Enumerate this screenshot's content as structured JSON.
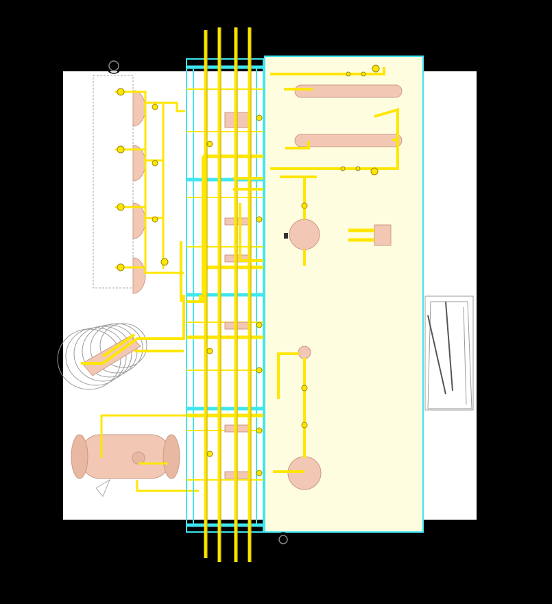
{
  "viewport": {
    "title": "",
    "background": "#000000",
    "colors": {
      "ground": "#FFFFFF",
      "pipe": "#FFE600",
      "pipe_shade": "#C9B400",
      "equipment": "#F2C8B4",
      "equipment_shade": "#C99A86",
      "rack": "#3FE6F0",
      "pad": "#FFFDE0",
      "outline": "#BFBFBF",
      "marker": "#000000"
    }
  },
  "elements": {
    "north_marker_top": {
      "icon": "north-arrow-icon"
    },
    "north_marker_bottom": {
      "icon": "north-arrow-icon"
    },
    "pipe_rack": {
      "bays": 4,
      "longitudinal_pipes": 4
    },
    "exchanger_bank": {
      "units": 4
    },
    "horizontal_vessels_right": {
      "units": 2
    },
    "spherical_vessels": {
      "units": 3
    },
    "horizontal_drum_left": {
      "units": 1
    },
    "coil_unit": {
      "units": 1
    },
    "small_package": {
      "units": 1
    },
    "outline_structure_right": {
      "units": 1
    }
  }
}
